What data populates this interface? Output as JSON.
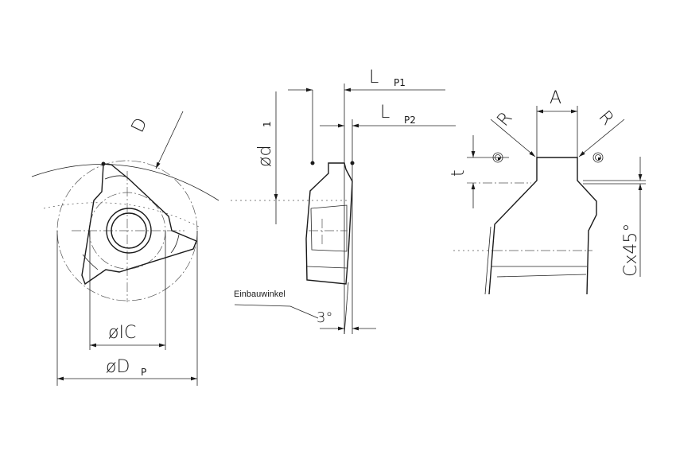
{
  "labels": {
    "D": "D",
    "IC": "øIC",
    "Dp_main": "øD",
    "Dp_sub": "P",
    "d1_main": "ød",
    "d1_sub": "1",
    "LP1_main": "L",
    "LP1_sub": "P1",
    "LP2_main": "L",
    "LP2_sub": "P2",
    "einbauwinkel": "Einbauwinkel",
    "angle": "3°",
    "A": "A",
    "R_left": "R",
    "R_right": "R",
    "t": "t",
    "chamfer": "Cx45°"
  }
}
